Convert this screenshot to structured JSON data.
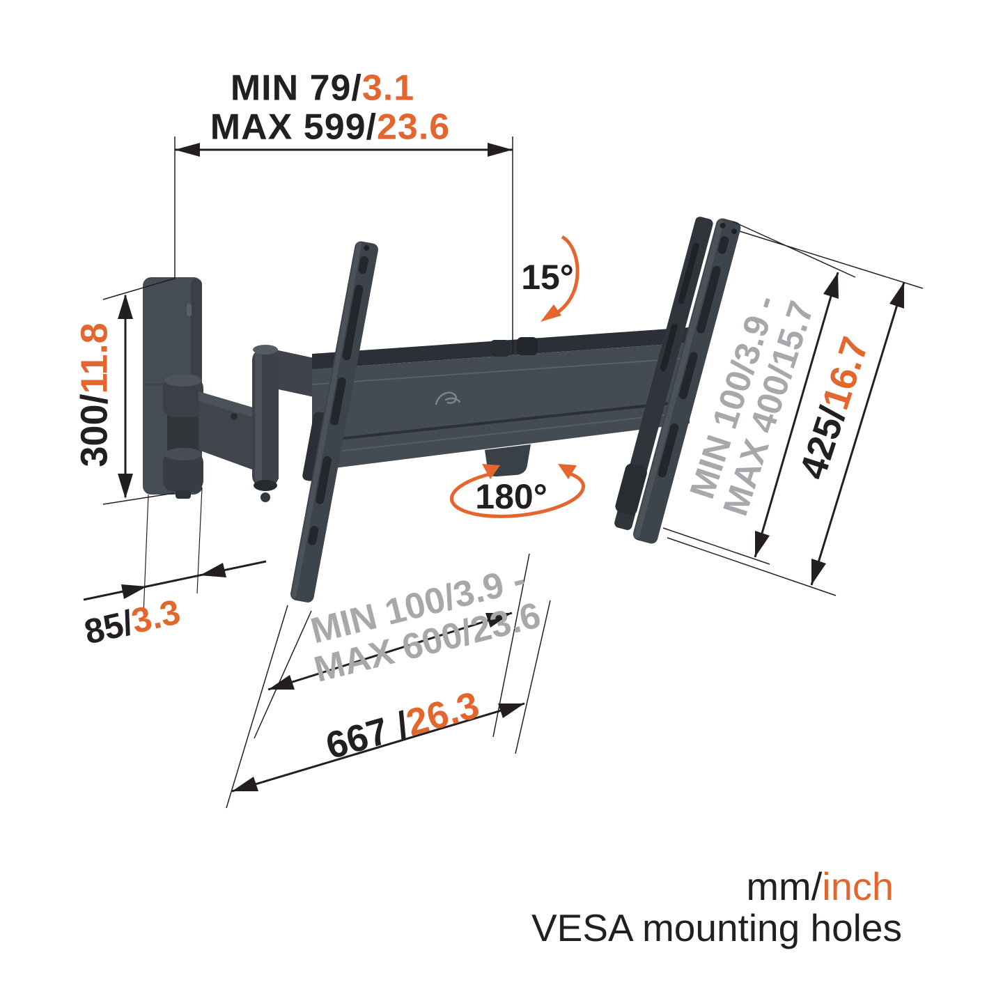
{
  "colors": {
    "accent_orange": "#E2662E",
    "text_black": "#231F20",
    "text_gray": "#A6A8AB",
    "mount_dark": "#3F454B"
  },
  "dimensions": {
    "arm_extension": {
      "min_mm": "MIN 79/",
      "min_inch": "3.1",
      "max_mm": "MAX 599/",
      "max_inch": "23.6"
    },
    "tilt_angle": "15°",
    "swivel_angle": "180°",
    "wall_plate_height": {
      "mm": "300/",
      "inch": "11.8"
    },
    "wall_plate_depth": {
      "mm": "85/",
      "inch": "3.3"
    },
    "vesa_vertical": {
      "line1": "MIN 100/3.9 -",
      "line2": "MAX 400/15.7"
    },
    "bracket_height": {
      "mm": "425/",
      "inch": "16.7"
    },
    "vesa_horizontal": {
      "line1": "MIN 100/3.9 -",
      "line2": "MAX 600/23.6"
    },
    "bracket_width": {
      "mm": "667 /",
      "inch": "26.3"
    }
  },
  "legend": {
    "units_mm": "mm/",
    "units_inch": "inch",
    "footnote": "VESA mounting holes"
  }
}
